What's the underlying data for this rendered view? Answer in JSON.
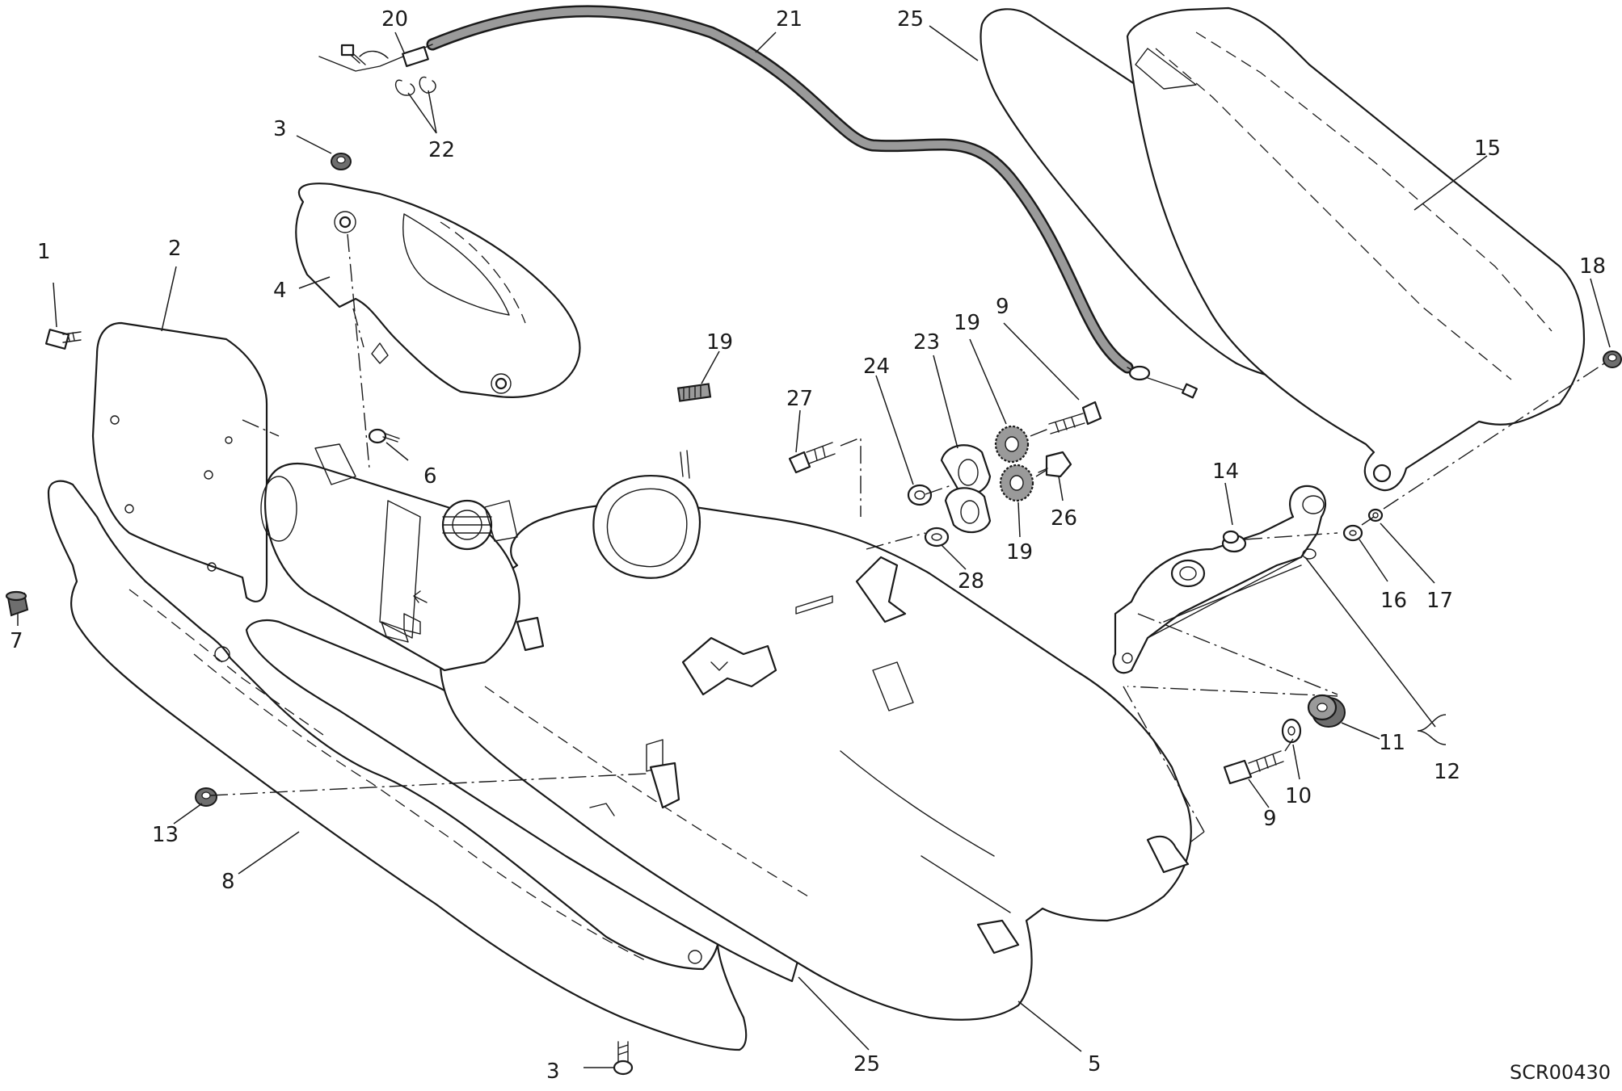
{
  "drawing_code": "SCR00430",
  "callouts": [
    {
      "label": "1"
    },
    {
      "label": "2"
    },
    {
      "label": "3"
    },
    {
      "label": "4"
    },
    {
      "label": "6"
    },
    {
      "label": "7"
    },
    {
      "label": "8"
    },
    {
      "label": "13"
    },
    {
      "label": "3"
    },
    {
      "label": "25"
    },
    {
      "label": "5"
    },
    {
      "label": "20"
    },
    {
      "label": "21"
    },
    {
      "label": "22"
    },
    {
      "label": "25"
    },
    {
      "label": "15"
    },
    {
      "label": "18"
    },
    {
      "label": "19"
    },
    {
      "label": "27"
    },
    {
      "label": "24"
    },
    {
      "label": "23"
    },
    {
      "label": "19"
    },
    {
      "label": "9"
    },
    {
      "label": "26"
    },
    {
      "label": "28"
    },
    {
      "label": "19"
    },
    {
      "label": "14"
    },
    {
      "label": "16"
    },
    {
      "label": "17"
    },
    {
      "label": "11"
    },
    {
      "label": "12"
    },
    {
      "label": "10"
    },
    {
      "label": "9"
    }
  ]
}
